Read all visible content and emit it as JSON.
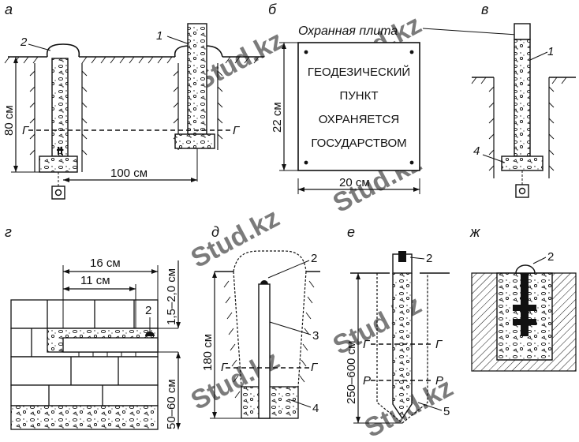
{
  "watermark": "Stud.kz",
  "colors": {
    "line": "#111111",
    "watermark": "#c7d3c2"
  },
  "panels": {
    "a": {
      "letter": "а",
      "callouts": [
        "1",
        "2"
      ],
      "dim_height": "80 см",
      "dim_width": "100 см",
      "ground_mark_left": "Г",
      "ground_mark_right": "Г"
    },
    "b": {
      "letter": "б",
      "plate_label": "Охранная плита",
      "plate_text": [
        "ГЕОДЕЗИЧЕСКИЙ",
        "ПУНКТ",
        "ОХРАНЯЕТСЯ",
        "ГОСУДАРСТВОМ"
      ],
      "dim_height": "22 см",
      "dim_width": "20 см"
    },
    "v": {
      "letter": "в",
      "callouts": [
        "1",
        "4"
      ]
    },
    "g": {
      "letter": "г",
      "dim_16": "16 см",
      "dim_11": "11 см",
      "dim_depth": "1,5–2,0 см",
      "dim_depth2": "50–60 см",
      "callout": "2"
    },
    "d": {
      "letter": "д",
      "dim_height": "180 см",
      "callouts": [
        "2",
        "3",
        "4"
      ],
      "ground_mark_left": "Г",
      "ground_mark_right": "Г"
    },
    "e": {
      "letter": "е",
      "dim_height": "250–600 см",
      "callouts": [
        "2",
        "5"
      ],
      "mark_g_left": "Г",
      "mark_g_right": "Г",
      "mark_p_left": "Р",
      "mark_p_right": "Р"
    },
    "zh": {
      "letter": "ж",
      "callout": "2"
    }
  }
}
